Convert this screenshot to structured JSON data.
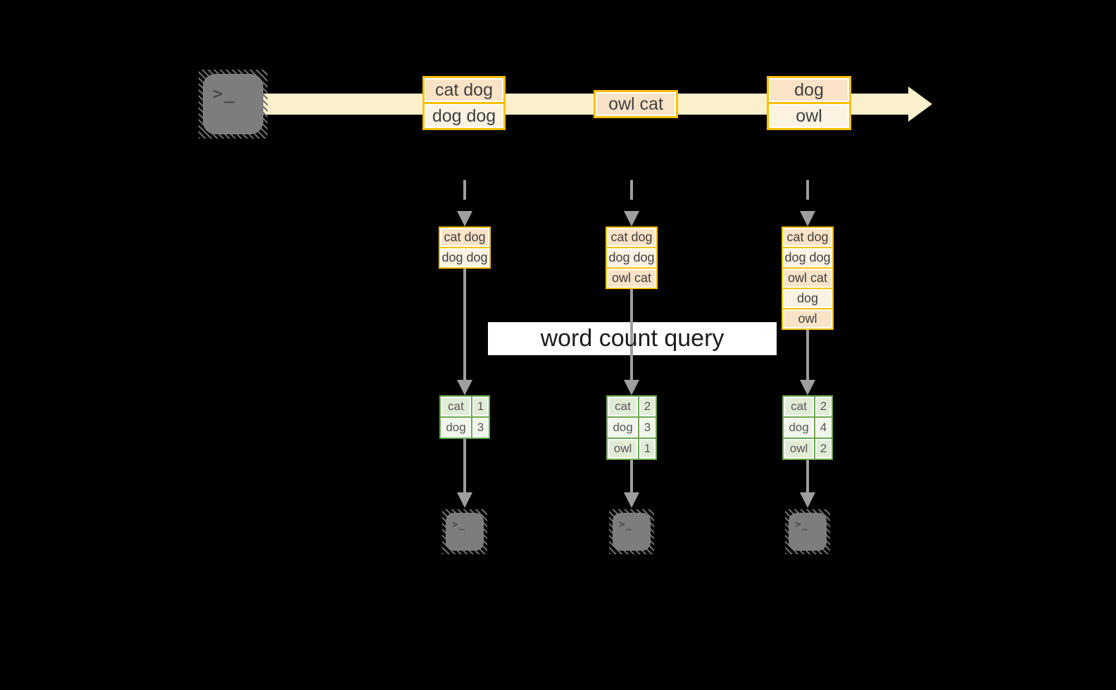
{
  "colors": {
    "background": "#000000",
    "stream_band": "#FAF0CB",
    "message_border": "#FFC000",
    "message_fill_dark": "#FAE3C6",
    "message_fill_light": "#FDF3E3",
    "table_border": "#6AA84E",
    "table_fill_dark": "#E1ECD6",
    "table_fill_light": "#F1F6EB",
    "arrow": "#9E9E9E",
    "terminal_fill": "#7D7D7D",
    "query_band": "#FFFFFF"
  },
  "terminal_prompt": ">_",
  "query_label": "word count query",
  "stream_messages": [
    {
      "lines": [
        "cat dog",
        "dog dog"
      ]
    },
    {
      "lines": [
        "owl cat"
      ]
    },
    {
      "lines": [
        "dog",
        "owl"
      ]
    }
  ],
  "columns": [
    {
      "state_lines": [
        "cat dog",
        "dog dog"
      ],
      "counts": [
        {
          "word": "cat",
          "count": "1"
        },
        {
          "word": "dog",
          "count": "3"
        }
      ]
    },
    {
      "state_lines": [
        "cat dog",
        "dog dog",
        "owl cat"
      ],
      "counts": [
        {
          "word": "cat",
          "count": "2"
        },
        {
          "word": "dog",
          "count": "3"
        },
        {
          "word": "owl",
          "count": "1"
        }
      ]
    },
    {
      "state_lines": [
        "cat dog",
        "dog dog",
        "owl cat",
        "dog",
        "owl"
      ],
      "counts": [
        {
          "word": "cat",
          "count": "2"
        },
        {
          "word": "dog",
          "count": "4"
        },
        {
          "word": "owl",
          "count": "2"
        }
      ]
    }
  ]
}
